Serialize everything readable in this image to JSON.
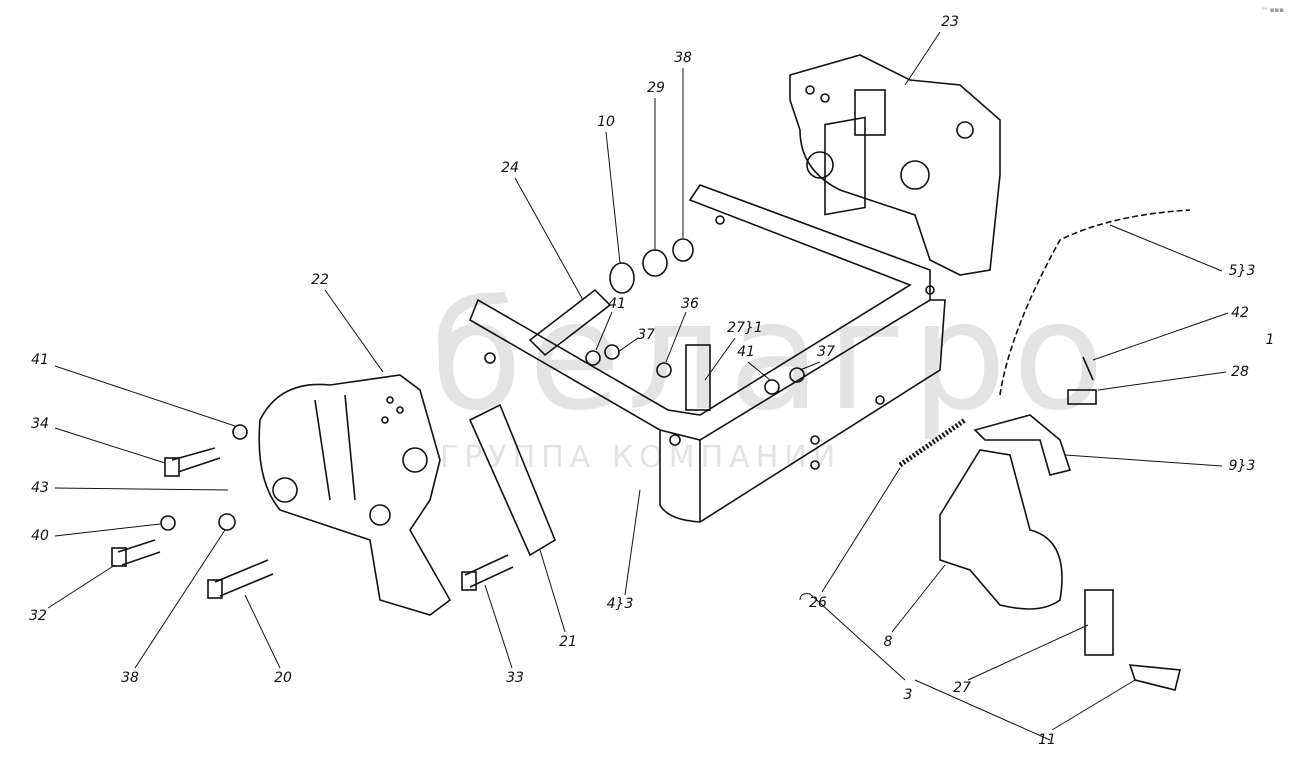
{
  "title": "Exploded view: towing hitch assembly",
  "watermark": {
    "brand": "белагро",
    "subtitle": "ГРУППА КОМПАНИЙ"
  },
  "corner_mark": "ᵉᵉ ▪▪▪",
  "callouts": [
    {
      "id": "c23",
      "text": "23"
    },
    {
      "id": "c38a",
      "text": "38"
    },
    {
      "id": "c29",
      "text": "29"
    },
    {
      "id": "c10",
      "text": "10"
    },
    {
      "id": "c24",
      "text": "24"
    },
    {
      "id": "c22",
      "text": "22"
    },
    {
      "id": "c41a",
      "text": "41"
    },
    {
      "id": "c36",
      "text": "36"
    },
    {
      "id": "c27a",
      "text": "27}1"
    },
    {
      "id": "c37a",
      "text": "37"
    },
    {
      "id": "c41b",
      "text": "41"
    },
    {
      "id": "c37b",
      "text": "37"
    },
    {
      "id": "c5",
      "text": "5}3"
    },
    {
      "id": "c42",
      "text": "42"
    },
    {
      "id": "c1",
      "text": "1"
    },
    {
      "id": "c28",
      "text": "28"
    },
    {
      "id": "c9",
      "text": "9}3"
    },
    {
      "id": "c41c",
      "text": "41"
    },
    {
      "id": "c34",
      "text": "34"
    },
    {
      "id": "c43",
      "text": "43"
    },
    {
      "id": "c40",
      "text": "40"
    },
    {
      "id": "c32",
      "text": "32"
    },
    {
      "id": "c38b",
      "text": "38"
    },
    {
      "id": "c20",
      "text": "20"
    },
    {
      "id": "c33",
      "text": "33"
    },
    {
      "id": "c21",
      "text": "21"
    },
    {
      "id": "c4",
      "text": "4}3"
    },
    {
      "id": "c26",
      "text": "26"
    },
    {
      "id": "c8",
      "text": "8"
    },
    {
      "id": "c3",
      "text": "3"
    },
    {
      "id": "c27b",
      "text": "27"
    },
    {
      "id": "c11",
      "text": "11"
    }
  ]
}
